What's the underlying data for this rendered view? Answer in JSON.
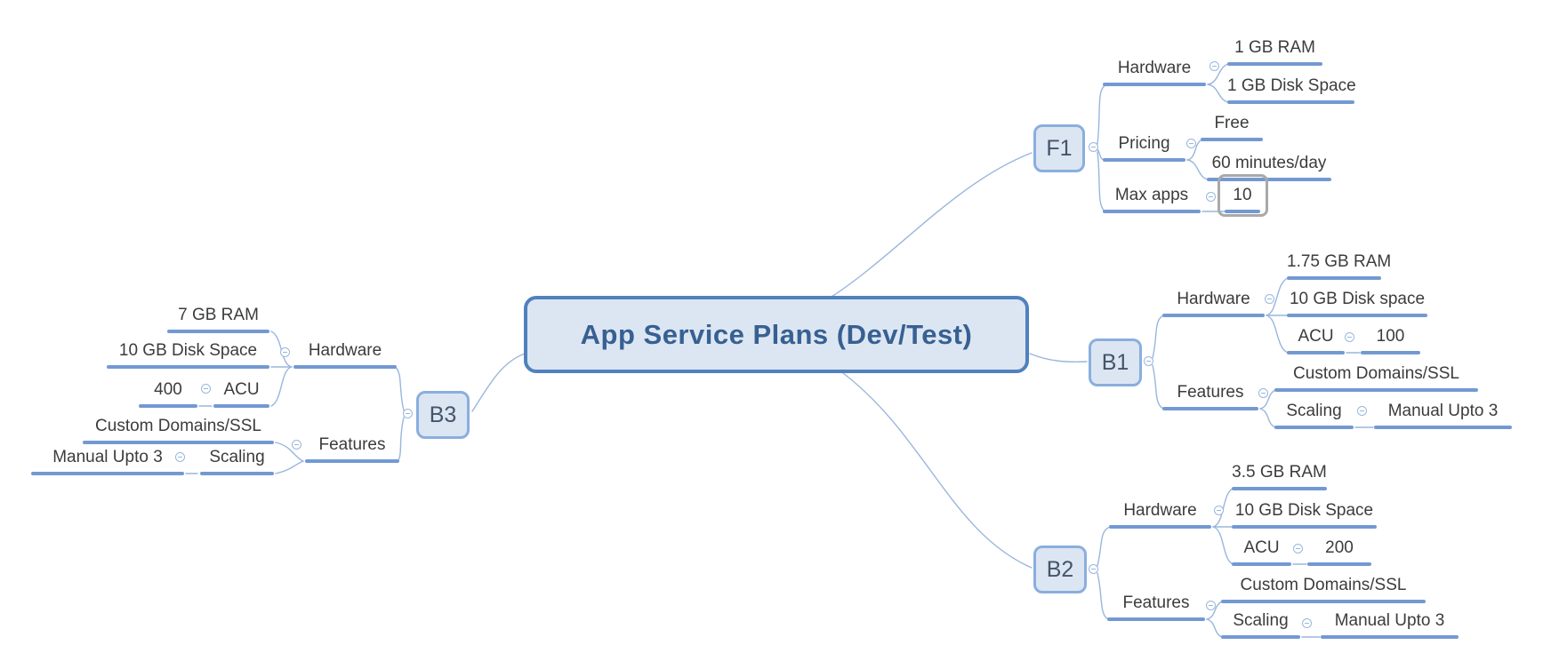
{
  "title": "App Service Plans (Dev/Test)",
  "branches": {
    "f1": {
      "label": "F1",
      "hardware": {
        "label": "Hardware",
        "ram": "1 GB RAM",
        "disk": "1 GB Disk Space"
      },
      "pricing": {
        "label": "Pricing",
        "tier": "Free",
        "limit": "60 minutes/day"
      },
      "max_apps": {
        "label": "Max apps",
        "value": "10"
      }
    },
    "b1": {
      "label": "B1",
      "hardware": {
        "label": "Hardware",
        "ram": "1.75 GB RAM",
        "disk": "10 GB Disk space",
        "acu": {
          "label": "ACU",
          "value": "100"
        }
      },
      "features": {
        "label": "Features",
        "ssl": "Custom Domains/SSL",
        "scaling": {
          "label": "Scaling",
          "value": "Manual Upto 3"
        }
      }
    },
    "b2": {
      "label": "B2",
      "hardware": {
        "label": "Hardware",
        "ram": "3.5 GB RAM",
        "disk": "10 GB Disk Space",
        "acu": {
          "label": "ACU",
          "value": "200"
        }
      },
      "features": {
        "label": "Features",
        "ssl": "Custom Domains/SSL",
        "scaling": {
          "label": "Scaling",
          "value": "Manual Upto 3"
        }
      }
    },
    "b3": {
      "label": "B3",
      "hardware": {
        "label": "Hardware",
        "ram": "7 GB RAM",
        "disk": "10 GB Disk Space",
        "acu": {
          "label": "ACU",
          "value": "400"
        }
      },
      "features": {
        "label": "Features",
        "ssl": "Custom Domains/SSL",
        "scaling": {
          "label": "Scaling",
          "value": "Manual Upto 3"
        }
      }
    }
  },
  "colors": {
    "line": "#7399d2",
    "curve": "#99b6dd",
    "topic_text": "#3c3c3c",
    "node_fill": "#dce6f2",
    "node_border": "#8aaede",
    "node_text": "#44546a",
    "central_border": "#4f81bd",
    "central_text": "#376092",
    "selection": "#a9a9a9"
  }
}
